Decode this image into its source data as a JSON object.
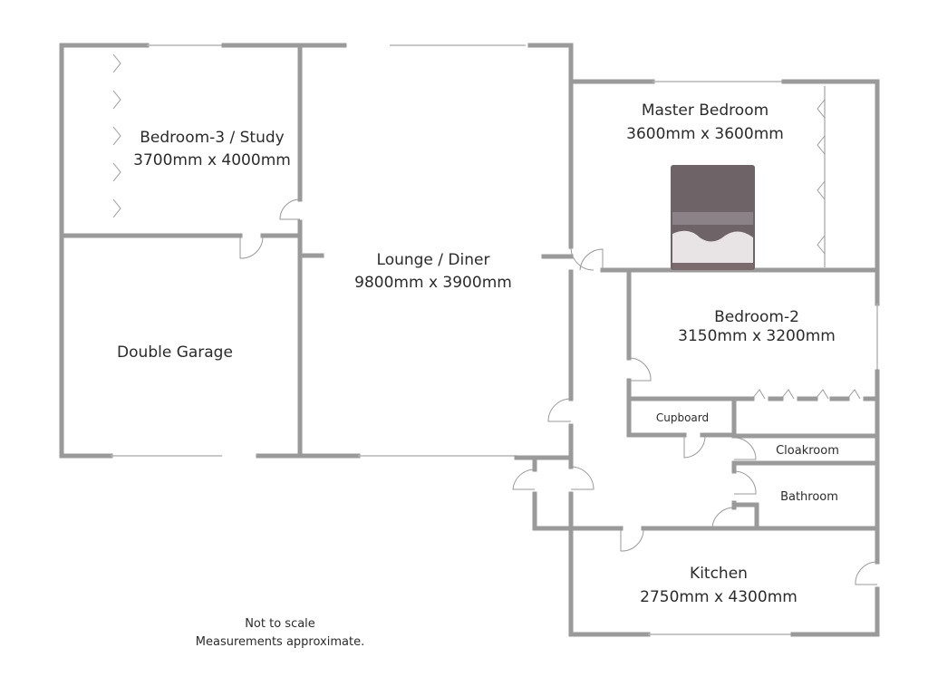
{
  "rooms": {
    "bedroom3": {
      "name": "Bedroom-3 / Study",
      "size": "3700mm x 4000mm"
    },
    "lounge": {
      "name": "Lounge / Diner",
      "size": "9800mm x 3900mm"
    },
    "garage": {
      "name": "Double Garage"
    },
    "master": {
      "name": "Master Bedroom",
      "size": "3600mm x 3600mm"
    },
    "bedroom2": {
      "name": "Bedroom-2",
      "size": "3150mm x 3200mm"
    },
    "cupboard": {
      "name": "Cupboard"
    },
    "cloakroom": {
      "name": "Cloakroom"
    },
    "bathroom": {
      "name": "Bathroom"
    },
    "kitchen": {
      "name": "Kitchen",
      "size": "2750mm x 4300mm"
    }
  },
  "notes": {
    "line1": "Not to scale",
    "line2": "Measurements approximate."
  },
  "colors": {
    "wall": "#9a9a9a",
    "bed": "#6e6468"
  }
}
